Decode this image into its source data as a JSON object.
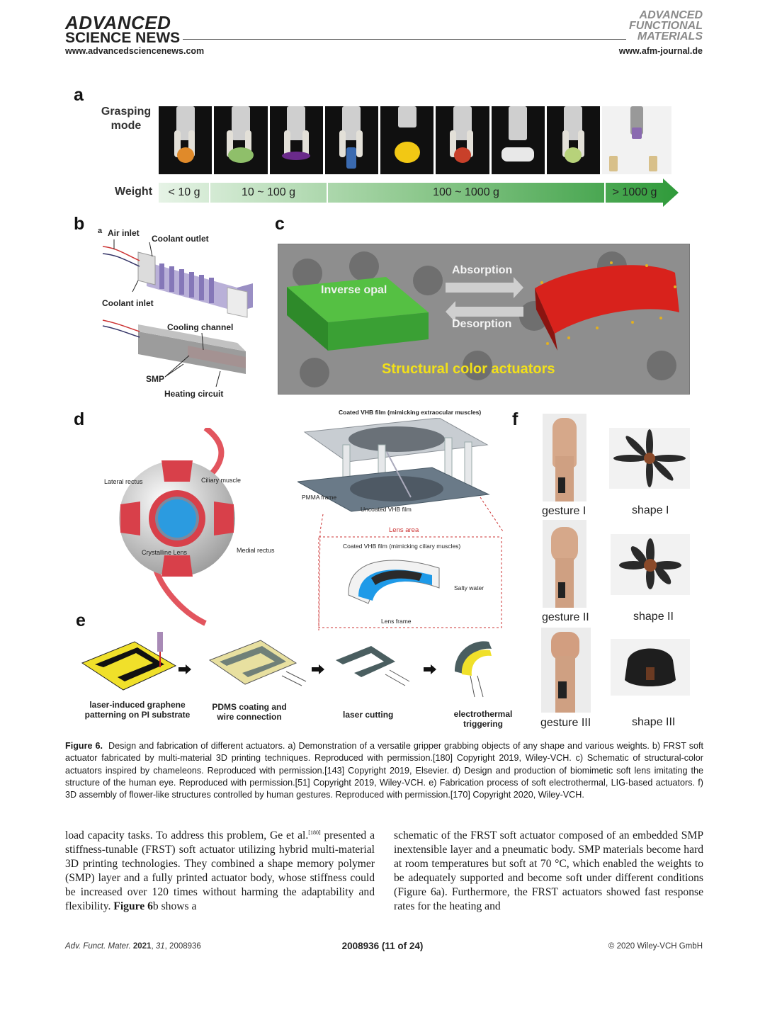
{
  "header": {
    "logo_left_line1": "ADVANCED",
    "logo_left_line2": "SCIENCE NEWS",
    "logo_right_line1": "ADVANCED",
    "logo_right_line2": "FUNCTIONAL",
    "logo_right_line3": "MATERIALS",
    "url_left": "www.advancedsciencenews.com",
    "url_right": "www.afm-journal.de"
  },
  "figure": {
    "panel_a": {
      "letter": "a",
      "row_label": "Grasping mode",
      "weight_label": "Weight",
      "weight_segments": [
        "< 10 g",
        "10 ~ 100 g",
        "100 ~ 1000 g",
        "> 1000 g"
      ]
    },
    "panel_b": {
      "letter": "b",
      "sub": "a",
      "labels": [
        "Air inlet",
        "Coolant outlet",
        "Coolant inlet",
        "Cooling channel",
        "SMP",
        "Heating circuit"
      ]
    },
    "panel_c": {
      "letter": "c",
      "labels": [
        "Inverse opal",
        "Absorption",
        "Desorption",
        "Structural color actuators"
      ]
    },
    "panel_d": {
      "letter": "d",
      "eye_labels": [
        "Lateral rectus",
        "Ciliary muscle",
        "Crystalline Lens",
        "Medial rectus"
      ],
      "device_labels": [
        "Coated VHB film (mimicking extraocular muscles)",
        "PMMA frame",
        "Uncoated VHB film",
        "Lens area",
        "Coated VHB film (mimicking ciliary muscles)",
        "Salty water",
        "Lens frame"
      ]
    },
    "panel_e": {
      "letter": "e",
      "steps": [
        "laser-induced graphene patterning on PI substrate",
        "PDMS coating and wire connection",
        "laser cutting",
        "electrothermal triggering"
      ]
    },
    "panel_f": {
      "letter": "f",
      "gestures": [
        "gesture I",
        "gesture II",
        "gesture III"
      ],
      "shapes": [
        "shape I",
        "shape II",
        "shape III"
      ]
    }
  },
  "caption": {
    "label": "Figure 6.",
    "text": "Design and fabrication of different actuators. a) Demonstration of a versatile gripper grabbing objects of any shape and various weights. b) FRST soft actuator fabricated by multi-material 3D printing techniques. Reproduced with permission.[180] Copyright 2019, Wiley-VCH. c) Schematic of structural-color actuators inspired by chameleons. Reproduced with permission.[143] Copyright 2019, Elsevier. d) Design and production of biomimetic soft lens imitating the structure of the human eye. Reproduced with permission.[51] Copyright 2019, Wiley-VCH. e) Fabrication process of soft electrothermal, LIG-based actuators. f) 3D assembly of flower-like structures controlled by human gestures. Reproduced with permission.[170] Copyright 2020, Wiley-VCH."
  },
  "body": {
    "left_1": "load capacity tasks. To address this problem, Ge et al.",
    "left_ref": "[180]",
    "left_2": " presented a stiffness-tunable (FRST) soft actuator utilizing hybrid multi-material 3D printing technologies. They combined a shape memory polymer (SMP) layer and a fully printed actuator body, whose stiffness could be increased over 120 times without harming the adaptability and flexibility. ",
    "left_bold": "Figure 6",
    "left_3": "b shows a",
    "right": "schematic of the FRST soft actuator composed of an embedded SMP inextensible layer and a pneumatic body. SMP materials become hard at room temperatures but soft at 70 °C, which enabled the weights to be adequately supported and become soft under different conditions (Figure 6a). Furthermore, the FRST actuators showed fast response rates for the heating and"
  },
  "footer": {
    "journal": "Adv. Funct. Mater.",
    "year": "2021",
    "volume": "31",
    "article": "2008936",
    "page": "2008936  (11 of 24)",
    "copyright": "© 2020 Wiley-VCH GmbH"
  }
}
